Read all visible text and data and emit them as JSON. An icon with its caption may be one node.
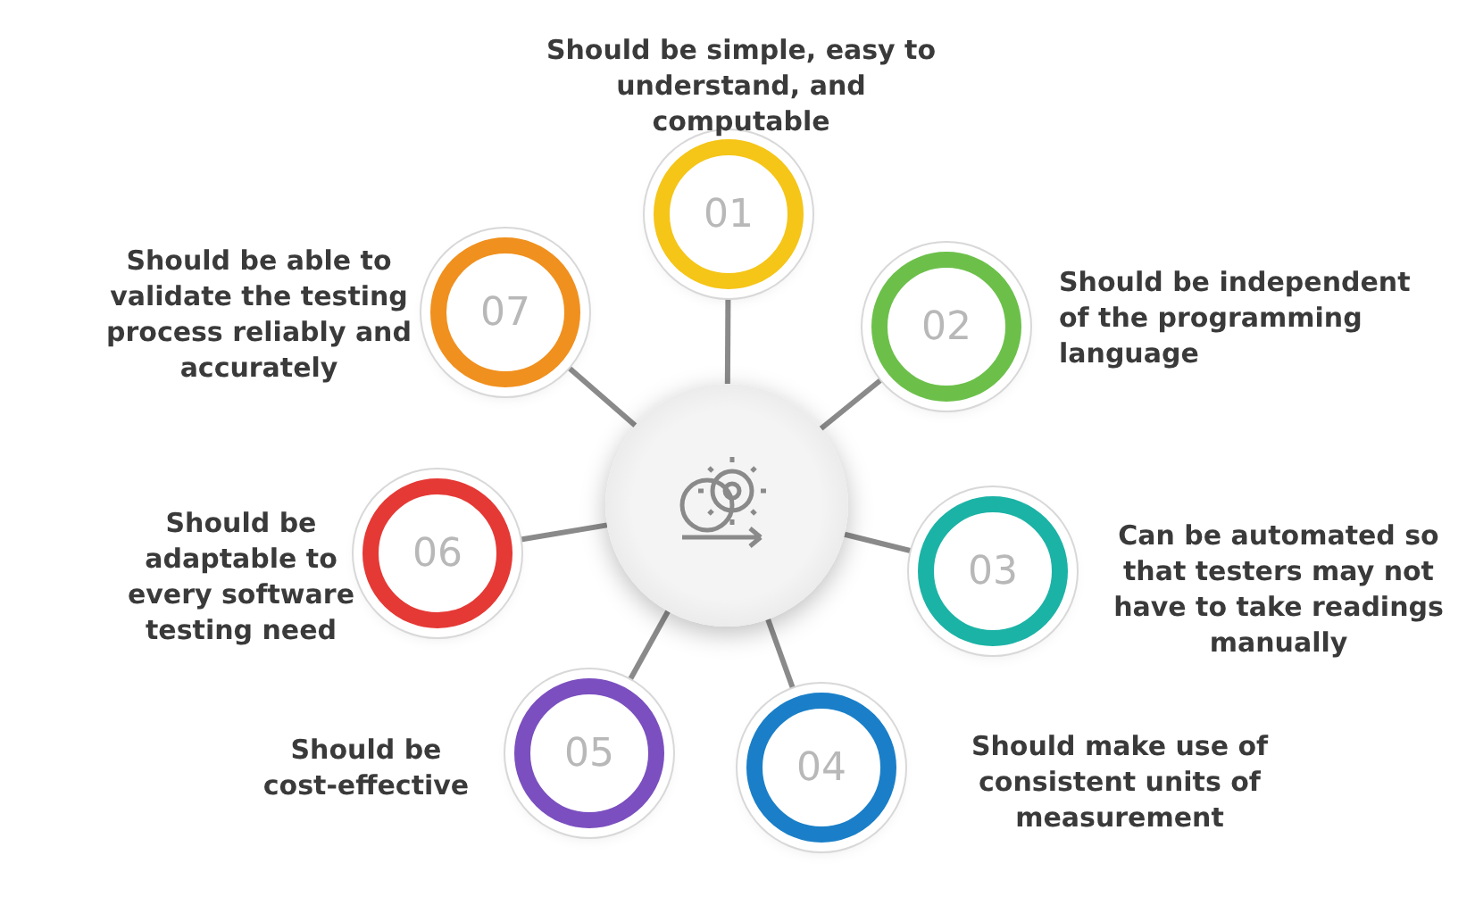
{
  "diagram": {
    "nodes": [
      {
        "text": [],
        "shape": "circle"
      },
      {
        "text": [
          "01"
        ],
        "beside": [
          "Should be simple, easy to understand, and computable"
        ]
      },
      {
        "text": [
          "02"
        ],
        "beside": [
          "Should be independent of the programming language"
        ]
      },
      {
        "text": [
          "03"
        ],
        "beside": [
          "Can be automated so that testers may not have to take readings manually"
        ]
      },
      {
        "text": [
          "04"
        ],
        "beside": [
          "Should make use of consistent units of measurement"
        ]
      },
      {
        "text": [
          "05"
        ],
        "beside": [
          "Should be cost-effective"
        ]
      },
      {
        "text": [
          "06"
        ],
        "beside": [
          "Should be adaptable to every software testing need"
        ]
      },
      {
        "text": [
          "07"
        ],
        "beside": [
          "Should be able to validate the testing process reliably and accurately"
        ]
      }
    ],
    "edges": [
      {
        "from": 0,
        "to": 1,
        "arrow": "none"
      },
      {
        "from": 0,
        "to": 2,
        "arrow": "none"
      },
      {
        "from": 0,
        "to": 3,
        "arrow": "none"
      },
      {
        "from": 0,
        "to": 4,
        "arrow": "none"
      },
      {
        "from": 0,
        "to": 5,
        "arrow": "none"
      },
      {
        "from": 0,
        "to": 6,
        "arrow": "none"
      },
      {
        "from": 0,
        "to": 7,
        "arrow": "none"
      }
    ]
  }
}
